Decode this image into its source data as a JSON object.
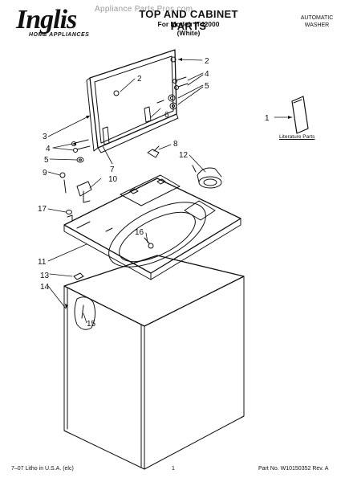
{
  "brand": {
    "name": "Inglis",
    "tagline": "HOME APPLIANCES"
  },
  "watermark": "Appliance Parts Pros.com",
  "header": {
    "title": "TOP AND CABINET PARTS",
    "model": "For Model: IT42000",
    "color": "(White)",
    "product_type_line1": "AUTOMATIC",
    "product_type_line2": "WASHER"
  },
  "literature_label": "Literature Parts",
  "footer": {
    "left": "7–07 Litho in U.S.A. (elc)",
    "center": "1",
    "right": "Part No. W10150352 Rev. A"
  },
  "callouts": [
    "1",
    "2",
    "2",
    "3",
    "4",
    "4",
    "5",
    "5",
    "6",
    "7",
    "8",
    "9",
    "10",
    "11",
    "12",
    "13",
    "14",
    "15",
    "16",
    "17"
  ]
}
